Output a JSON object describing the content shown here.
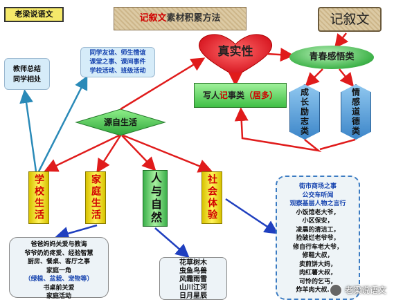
{
  "header": {
    "brand": "老梁说语文",
    "title_red": "记叙文",
    "title_rest": "素材积累方法",
    "genre": "记叙文"
  },
  "center": {
    "heart": "真实性",
    "youth": "青春感悟类",
    "xieren_prefix": "写人",
    "xieren_red": "记",
    "xieren_mid": "事类",
    "xieren_suffix": "（居多）",
    "growth": "成长励志类",
    "emotion": "情感道德类"
  },
  "source": {
    "label": "源自生活"
  },
  "top_left": {
    "teacher": [
      "教师总结",
      "同学相处"
    ],
    "classmates": [
      "同学友谊、师生情谊",
      "课堂之事、课间事件",
      "学校活动、班级活动"
    ]
  },
  "branches": [
    {
      "label": "学校生活"
    },
    {
      "label": "家庭生活"
    },
    {
      "label": "人与自然"
    },
    {
      "label": "社会体验"
    }
  ],
  "family_box": {
    "lines": [
      "爸爸妈妈关爱与教诲",
      "爷爷奶奶疼爱、经验智慧",
      "厨房、餐桌、客厅之事",
      "家庭一角"
    ],
    "blue_line": "（绿植、盆栽、宠物等）",
    "lines_after": [
      "书桌前关爱",
      "家庭活动"
    ]
  },
  "nature_box": {
    "lines": [
      "花草树木",
      "虫鱼鸟兽",
      "风霜雨雪",
      "山川江河",
      "日月星辰"
    ]
  },
  "society_box": {
    "blue_lines": [
      "街市商场之事",
      "公交车听闻",
      "观察基层人物之言行"
    ],
    "lines": [
      "小饭馆老大爷，",
      "小区保安，",
      "凌晨的清洁工，",
      "捡破烂老爷爷，",
      "修自行车老大爷，",
      "修鞋大叔，",
      "卖煎饼大妈，",
      "肉红薯大叔，",
      "可怜的乞丐，",
      "炸羊肉大叔……"
    ]
  },
  "watermark": {
    "text": "老梁说语文"
  },
  "colors": {
    "red_arrow": "#e01b1b",
    "blue_arrow": "#1f3fbf",
    "teal_arrow": "#2a8ab8"
  }
}
